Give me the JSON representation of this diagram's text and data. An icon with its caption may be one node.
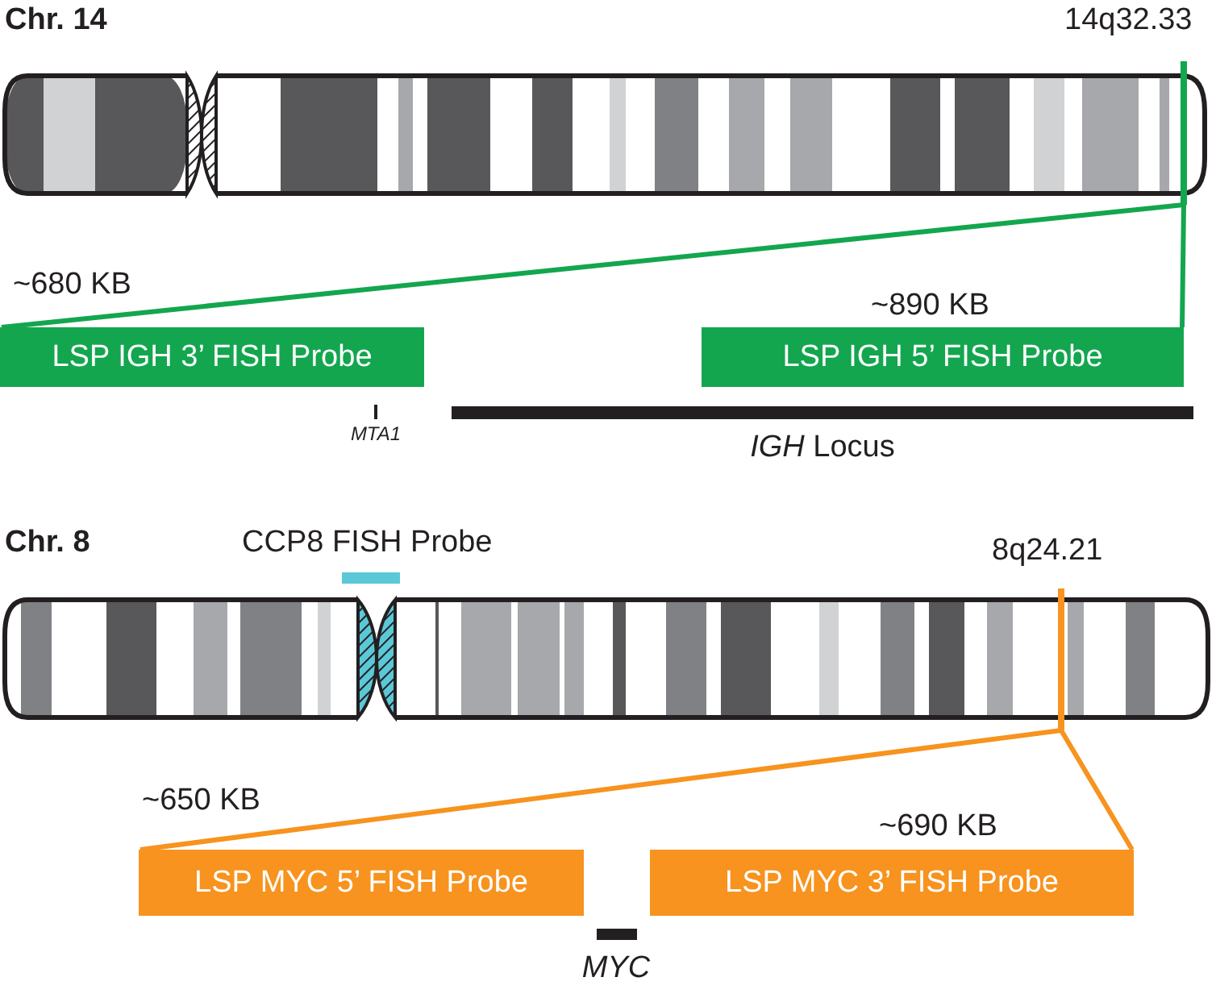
{
  "diagram": {
    "nodes": [
      {
        "text": [],
        "shape": "bar",
        "beside": [
          "14q32.33"
        ]
      },
      {
        "text": [
          "LSP IGH 3’ FISH Probe"
        ],
        "beside": [
          "~680 KB"
        ]
      },
      {
        "text": [
          "LSP IGH 5’ FISH Probe"
        ],
        "beside": [
          "~890 KB"
        ]
      },
      {
        "text": [],
        "shape": "bar",
        "beside": [
          "8q24.21"
        ]
      },
      {
        "text": [
          "LSP MYC 5’ FISH Probe"
        ],
        "beside": [
          "~650 KB"
        ]
      },
      {
        "text": [
          "LSP MYC 3’ FISH Probe"
        ],
        "beside": [
          "~690 KB"
        ]
      },
      {
        "text": [],
        "shape": "bar",
        "beside": [
          "CCP8 FISH Probe"
        ]
      }
    ],
    "edges": [
      {
        "from": 0,
        "to": 1,
        "arrow": "none",
        "color": "#13a64f"
      },
      {
        "from": 0,
        "to": 2,
        "arrow": "none",
        "color": "#13a64f"
      },
      {
        "from": 3,
        "to": 4,
        "arrow": "none",
        "color": "#f7931e"
      },
      {
        "from": 3,
        "to": 5,
        "arrow": "none",
        "color": "#f7931e"
      }
    ],
    "labels": [
      "Chr. 14",
      "MTA1",
      "*IGH* Locus",
      "Chr. 8",
      "MYC"
    ]
  }
}
